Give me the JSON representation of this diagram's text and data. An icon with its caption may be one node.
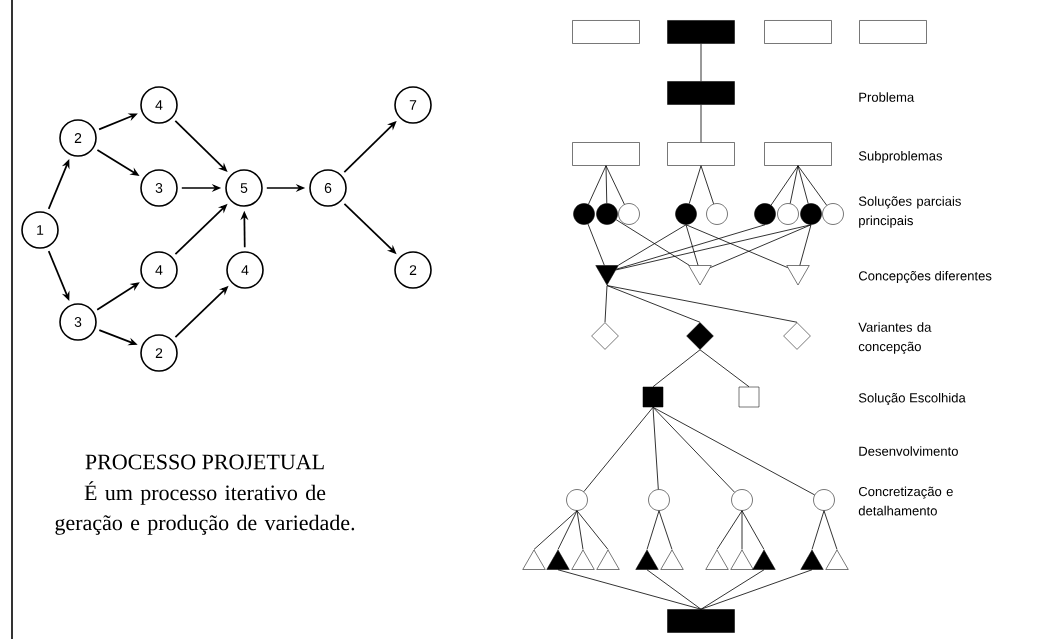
{
  "diagram": {
    "nodes": [
      {
        "text": [
          "1"
        ]
      },
      {
        "text": [
          "2"
        ]
      },
      {
        "text": [
          "4"
        ]
      },
      {
        "text": [
          "3"
        ]
      },
      {
        "text": [
          "5"
        ]
      },
      {
        "text": [
          "6"
        ]
      },
      {
        "text": [
          "7"
        ]
      },
      {
        "text": [
          "4"
        ]
      },
      {
        "text": [
          "4"
        ]
      },
      {
        "text": [
          "3"
        ]
      },
      {
        "text": [
          "2"
        ]
      },
      {
        "text": [
          "2"
        ]
      },
      {
        "text": [],
        "shape": "box"
      },
      {
        "text": [],
        "shape": "box"
      },
      {
        "text": [],
        "shape": "box"
      },
      {
        "text": [],
        "shape": "box"
      },
      {
        "text": [],
        "shape": "box"
      },
      {
        "text": [],
        "shape": "box"
      },
      {
        "text": [],
        "shape": "box"
      },
      {
        "text": [],
        "shape": "box"
      },
      {
        "text": [],
        "shape": "circle"
      },
      {
        "text": [],
        "shape": "circle"
      },
      {
        "text": [],
        "shape": "circle"
      },
      {
        "text": [],
        "shape": "circle"
      },
      {
        "text": [],
        "shape": "circle"
      },
      {
        "text": [],
        "shape": "circle"
      },
      {
        "text": [],
        "shape": "circle"
      },
      {
        "text": [],
        "shape": "circle"
      },
      {
        "text": [],
        "shape": "circle"
      },
      {
        "text": [],
        "shape": "triangle"
      },
      {
        "text": [],
        "shape": "triangle"
      },
      {
        "text": [],
        "shape": "triangle"
      },
      {
        "text": [],
        "shape": "diamond"
      },
      {
        "text": [],
        "shape": "diamond"
      },
      {
        "text": [],
        "shape": "diamond"
      },
      {
        "text": [],
        "shape": "box"
      },
      {
        "text": [],
        "shape": "box"
      },
      {
        "text": [],
        "shape": "circle"
      },
      {
        "text": [],
        "shape": "circle"
      },
      {
        "text": [],
        "shape": "circle"
      },
      {
        "text": [],
        "shape": "circle"
      },
      {
        "text": [],
        "shape": "triangle"
      },
      {
        "text": [],
        "shape": "triangle"
      },
      {
        "text": [],
        "shape": "triangle"
      },
      {
        "text": [],
        "shape": "triangle"
      },
      {
        "text": [],
        "shape": "triangle"
      },
      {
        "text": [],
        "shape": "triangle"
      },
      {
        "text": [],
        "shape": "triangle"
      },
      {
        "text": [],
        "shape": "triangle"
      },
      {
        "text": [],
        "shape": "triangle"
      },
      {
        "text": [],
        "shape": "triangle"
      },
      {
        "text": [],
        "shape": "triangle"
      },
      {
        "text": [],
        "shape": "box"
      }
    ],
    "edges": [
      {
        "from": 0,
        "to": 1,
        "arrow": "to"
      },
      {
        "from": 0,
        "to": 9,
        "arrow": "to"
      },
      {
        "from": 1,
        "to": 2,
        "arrow": "to"
      },
      {
        "from": 1,
        "to": 3,
        "arrow": "to"
      },
      {
        "from": 2,
        "to": 4,
        "arrow": "to"
      },
      {
        "from": 3,
        "to": 4,
        "arrow": "to"
      },
      {
        "from": 7,
        "to": 4,
        "arrow": "to"
      },
      {
        "from": 8,
        "to": 4,
        "arrow": "to"
      },
      {
        "from": 4,
        "to": 5,
        "arrow": "to"
      },
      {
        "from": 5,
        "to": 6,
        "arrow": "to"
      },
      {
        "from": 5,
        "to": 11,
        "arrow": "to"
      },
      {
        "from": 9,
        "to": 7,
        "arrow": "to"
      },
      {
        "from": 9,
        "to": 10,
        "arrow": "to"
      },
      {
        "from": 10,
        "to": 8,
        "arrow": "to"
      },
      {
        "from": 13,
        "to": 16,
        "arrow": "none"
      },
      {
        "from": 16,
        "to": 18,
        "arrow": "none"
      },
      {
        "from": 17,
        "to": 20,
        "arrow": "none"
      },
      {
        "from": 17,
        "to": 21,
        "arrow": "none"
      },
      {
        "from": 17,
        "to": 22,
        "arrow": "none"
      },
      {
        "from": 18,
        "to": 23,
        "arrow": "none"
      },
      {
        "from": 18,
        "to": 24,
        "arrow": "none"
      },
      {
        "from": 19,
        "to": 25,
        "arrow": "none"
      },
      {
        "from": 19,
        "to": 26,
        "arrow": "none"
      },
      {
        "from": 19,
        "to": 27,
        "arrow": "none"
      },
      {
        "from": 19,
        "to": 28,
        "arrow": "none"
      },
      {
        "from": 20,
        "to": 29,
        "arrow": "none"
      },
      {
        "from": 21,
        "to": 30,
        "arrow": "none"
      },
      {
        "from": 23,
        "to": 29,
        "arrow": "none"
      },
      {
        "from": 23,
        "to": 30,
        "arrow": "none"
      },
      {
        "from": 23,
        "to": 31,
        "arrow": "none"
      },
      {
        "from": 25,
        "to": 29,
        "arrow": "none"
      },
      {
        "from": 27,
        "to": 29,
        "arrow": "none"
      },
      {
        "from": 27,
        "to": 30,
        "arrow": "none"
      },
      {
        "from": 27,
        "to": 31,
        "arrow": "none"
      },
      {
        "from": 29,
        "to": 32,
        "arrow": "none"
      },
      {
        "from": 29,
        "to": 33,
        "arrow": "none"
      },
      {
        "from": 29,
        "to": 34,
        "arrow": "none"
      },
      {
        "from": 33,
        "to": 35,
        "arrow": "none"
      },
      {
        "from": 33,
        "to": 36,
        "arrow": "none"
      },
      {
        "from": 35,
        "to": 37,
        "arrow": "none"
      },
      {
        "from": 35,
        "to": 38,
        "arrow": "none"
      },
      {
        "from": 35,
        "to": 39,
        "arrow": "none"
      },
      {
        "from": 35,
        "to": 40,
        "arrow": "none"
      },
      {
        "from": 37,
        "to": 41,
        "arrow": "none"
      },
      {
        "from": 37,
        "to": 42,
        "arrow": "none"
      },
      {
        "from": 37,
        "to": 43,
        "arrow": "none"
      },
      {
        "from": 37,
        "to": 44,
        "arrow": "none"
      },
      {
        "from": 38,
        "to": 45,
        "arrow": "none"
      },
      {
        "from": 38,
        "to": 46,
        "arrow": "none"
      },
      {
        "from": 39,
        "to": 47,
        "arrow": "none"
      },
      {
        "from": 39,
        "to": 48,
        "arrow": "none"
      },
      {
        "from": 39,
        "to": 49,
        "arrow": "none"
      },
      {
        "from": 40,
        "to": 50,
        "arrow": "none"
      },
      {
        "from": 40,
        "to": 51,
        "arrow": "none"
      },
      {
        "from": 42,
        "to": 52,
        "arrow": "none"
      },
      {
        "from": 45,
        "to": 52,
        "arrow": "none"
      },
      {
        "from": 49,
        "to": 52,
        "arrow": "none"
      },
      {
        "from": 50,
        "to": 52,
        "arrow": "none"
      }
    ],
    "labels": [
      "PROCESSO PROJETUAL",
      "É um processo iterativo de geração e produção de variedade.",
      "Problema",
      "Subproblemas",
      "Soluções parciais principais",
      "Concepções diferentes",
      "Variantes da concepção",
      "Solução Escolhida",
      "Desenvolvimento",
      "Concretização e detalhamento"
    ]
  }
}
